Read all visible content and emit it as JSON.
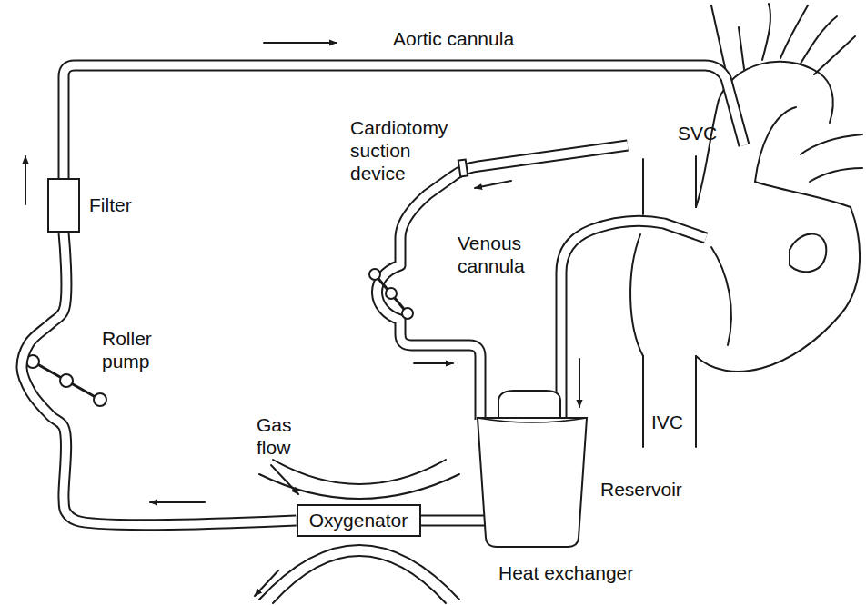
{
  "diagram": {
    "nodes": [
      {
        "text": [
          "Filter"
        ]
      },
      {
        "text": [
          "Oxygenator"
        ]
      },
      {
        "text": [
          "Reservoir"
        ]
      }
    ],
    "edges": [
      {
        "from": 2,
        "to": 1,
        "arrow": "none"
      },
      {
        "from": 1,
        "to": 0,
        "arrow": "none"
      }
    ],
    "labels": [
      "Aortic cannula",
      "Cardiotomy suction device",
      "SVC",
      "Venous cannula",
      "Roller pump",
      "Gas flow",
      "IVC",
      "Heat exchanger"
    ]
  }
}
